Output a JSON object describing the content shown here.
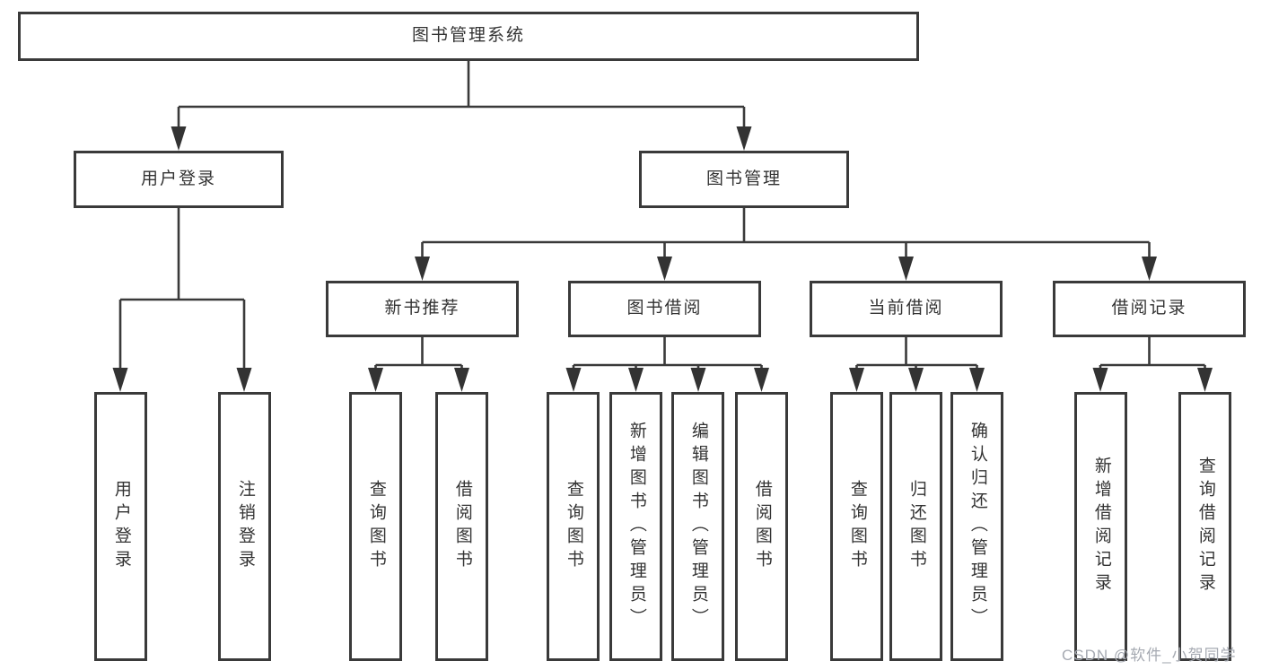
{
  "diagram": {
    "type": "function-structure-tree",
    "tree": {
      "root": "图书管理系统",
      "children": [
        {
          "label": "用户登录",
          "children": [
            "用户登录",
            "注销登录"
          ]
        },
        {
          "label": "图书管理",
          "children": [
            {
              "label": "新书推荐",
              "children": [
                "查询图书",
                "借阅图书"
              ]
            },
            {
              "label": "图书借阅",
              "children": [
                "查询图书",
                "新增图书（管理员）",
                "编辑图书（管理员）",
                "借阅图书"
              ]
            },
            {
              "label": "当前借阅",
              "children": [
                "查询图书",
                "归还图书",
                "确认归还（管理员）"
              ]
            },
            {
              "label": "借阅记录",
              "children": [
                "新增借阅记录",
                "查询借阅记录"
              ]
            }
          ]
        }
      ]
    },
    "colors": {
      "line": "#3a3a3a",
      "arrow_fill": "#333333",
      "box_border": "#3a3a3a",
      "box_fill": "#ffffff",
      "text": "#333333",
      "background": "#ffffff",
      "watermark_text_color": "#a6aab2"
    }
  },
  "watermark": {
    "text": "CSDN @软件_小贺同学"
  }
}
